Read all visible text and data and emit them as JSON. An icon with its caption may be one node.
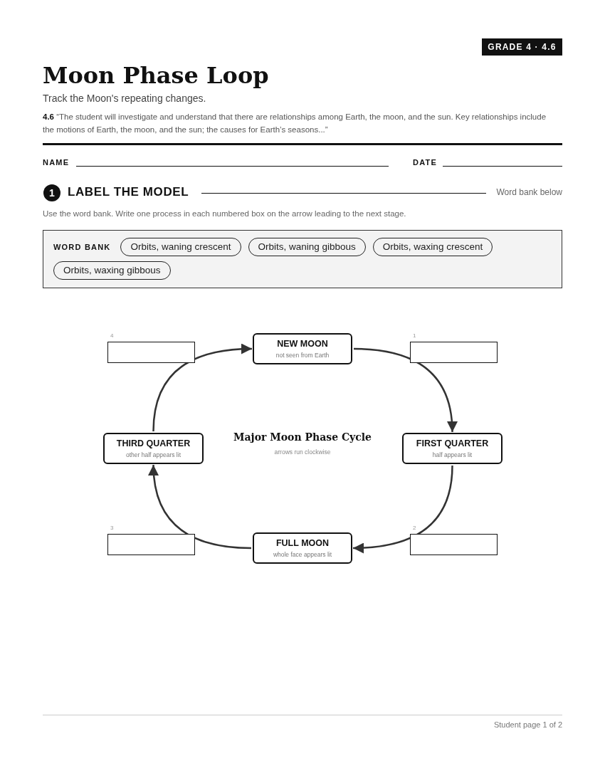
{
  "diagram": {
    "title": "Moon Phase Loop",
    "nodes": [
      {
        "text": [
          "GRADE 4 · 4.6"
        ]
      },
      {
        "text": [
          "1"
        ]
      },
      {
        "text": [
          "WORD BANK"
        ]
      },
      {
        "text": [
          "Orbits, waning crescent"
        ],
        "in": 2
      },
      {
        "text": [
          "Orbits, waning gibbous"
        ],
        "in": 2
      },
      {
        "text": [
          "Orbits, waxing crescent"
        ],
        "in": 2
      },
      {
        "text": [
          "Orbits, waxing gibbous"
        ],
        "in": 2
      },
      {
        "text": [],
        "shape": "box",
        "beside": [
          "4"
        ]
      },
      {
        "text": [
          "NEW MOON",
          "not seen from Earth"
        ]
      },
      {
        "text": [],
        "shape": "box",
        "beside": [
          "1"
        ]
      },
      {
        "text": [
          "THIRD QUARTER",
          "other half appears lit"
        ]
      },
      {
        "text": [
          "FIRST QUARTER",
          "half appears lit"
        ]
      },
      {
        "text": [],
        "shape": "box",
        "beside": [
          "3"
        ]
      },
      {
        "text": [
          "FULL MOON",
          "whole face appears lit"
        ]
      },
      {
        "text": [],
        "shape": "box",
        "beside": [
          "2"
        ]
      }
    ],
    "edges": [
      {
        "from": 8,
        "to": 11,
        "arrow": "to"
      },
      {
        "from": 11,
        "to": 13,
        "arrow": "to"
      },
      {
        "from": 13,
        "to": 10,
        "arrow": "to"
      },
      {
        "from": 10,
        "to": 8,
        "arrow": "to"
      }
    ],
    "labels": [
      "Track the Moon's repeating changes.",
      "**4.6** “The student will investigate and understand that there are relationships among Earth, the moon, and the sun. Key relationships include the motions of Earth, the moon, and the sun; the causes for Earth’s seasons...”",
      "NAME",
      "DATE",
      "LABEL THE MODEL",
      "Word bank below",
      "Use the word bank. Write one process in each numbered box on the arrow leading to the next stage.",
      "Major Moon Phase Cycle",
      "arrows run clockwise",
      "Student page 1 of 2"
    ]
  }
}
